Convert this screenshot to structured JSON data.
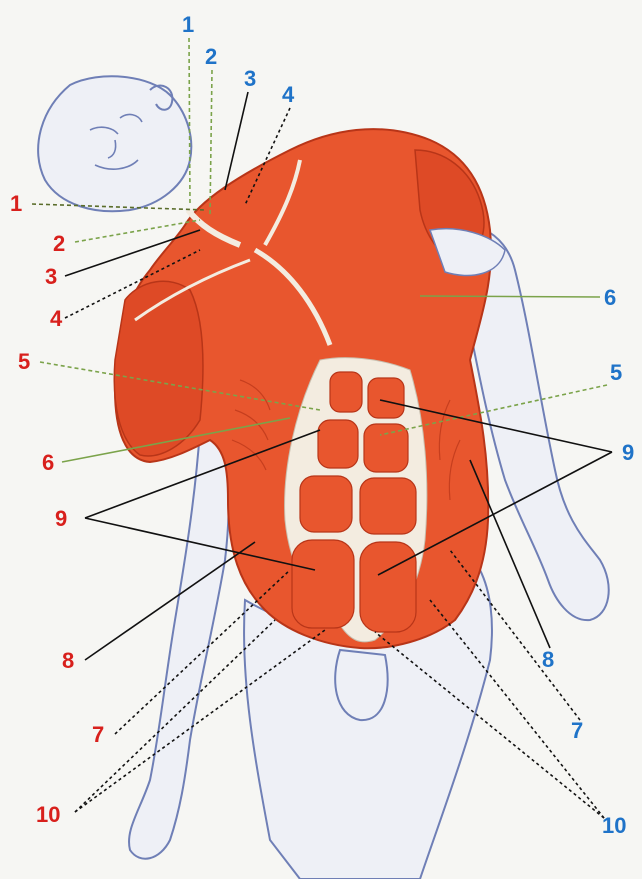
{
  "colors": {
    "red_label": "#d8201c",
    "blue_label": "#1f73c8",
    "muscle_fill": "#e8562e",
    "muscle_dark": "#b83518",
    "tendon": "#f3ece0",
    "skin_outline": "#6f7fb6",
    "skin_fill": "#eef0f6",
    "green_line": "#8fb850",
    "paper": "#f6f6f3"
  },
  "left_labels": [
    {
      "id": "l1",
      "text": "1",
      "color": "red"
    },
    {
      "id": "l2",
      "text": "2",
      "color": "red"
    },
    {
      "id": "l3",
      "text": "3",
      "color": "red"
    },
    {
      "id": "l4",
      "text": "4",
      "color": "red"
    },
    {
      "id": "l5",
      "text": "5",
      "color": "red"
    },
    {
      "id": "l6",
      "text": "6",
      "color": "red"
    },
    {
      "id": "l9",
      "text": "9",
      "color": "red"
    },
    {
      "id": "l8",
      "text": "8",
      "color": "red"
    },
    {
      "id": "l7",
      "text": "7",
      "color": "red"
    },
    {
      "id": "l10",
      "text": "10",
      "color": "red"
    }
  ],
  "right_labels": [
    {
      "id": "r1",
      "text": "1",
      "color": "blue"
    },
    {
      "id": "r2",
      "text": "2",
      "color": "blue"
    },
    {
      "id": "r3",
      "text": "3",
      "color": "blue"
    },
    {
      "id": "r4",
      "text": "4",
      "color": "blue"
    },
    {
      "id": "r6",
      "text": "6",
      "color": "blue"
    },
    {
      "id": "r5",
      "text": "5",
      "color": "blue"
    },
    {
      "id": "r9",
      "text": "9",
      "color": "blue"
    },
    {
      "id": "r8",
      "text": "8",
      "color": "blue"
    },
    {
      "id": "r7",
      "text": "7",
      "color": "blue"
    },
    {
      "id": "r10",
      "text": "10",
      "color": "blue"
    }
  ]
}
